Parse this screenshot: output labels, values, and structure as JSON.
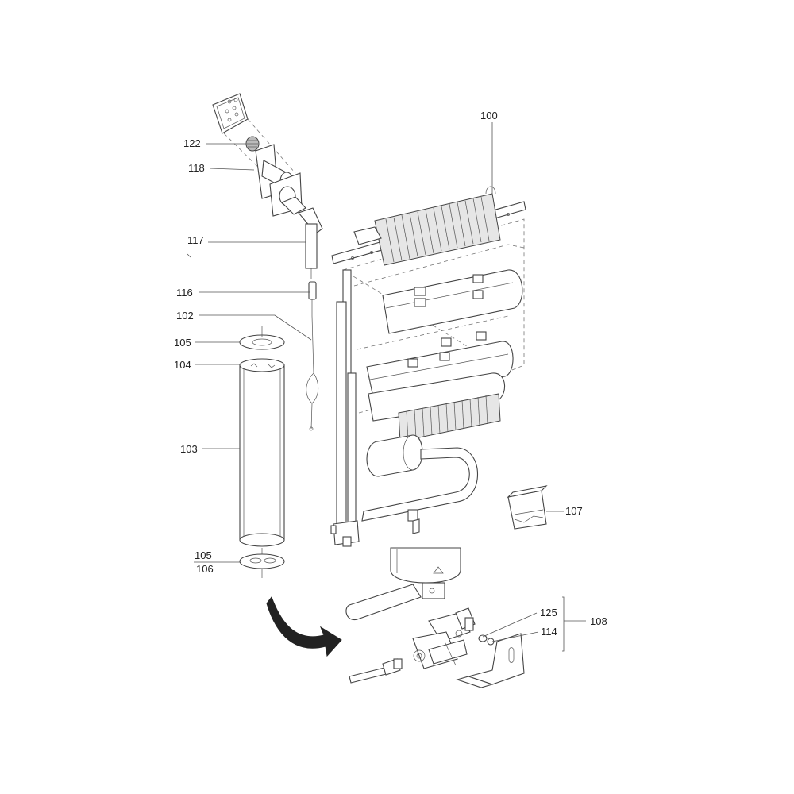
{
  "labels": {
    "p100": "100",
    "p122": "122",
    "p118": "118",
    "p117": "117",
    "p116": "116",
    "p102": "102",
    "p105a": "105",
    "p104": "104",
    "p103": "103",
    "p105b": "105",
    "p106": "106",
    "p107": "107",
    "p125": "125",
    "p114": "114",
    "p108": "108"
  }
}
